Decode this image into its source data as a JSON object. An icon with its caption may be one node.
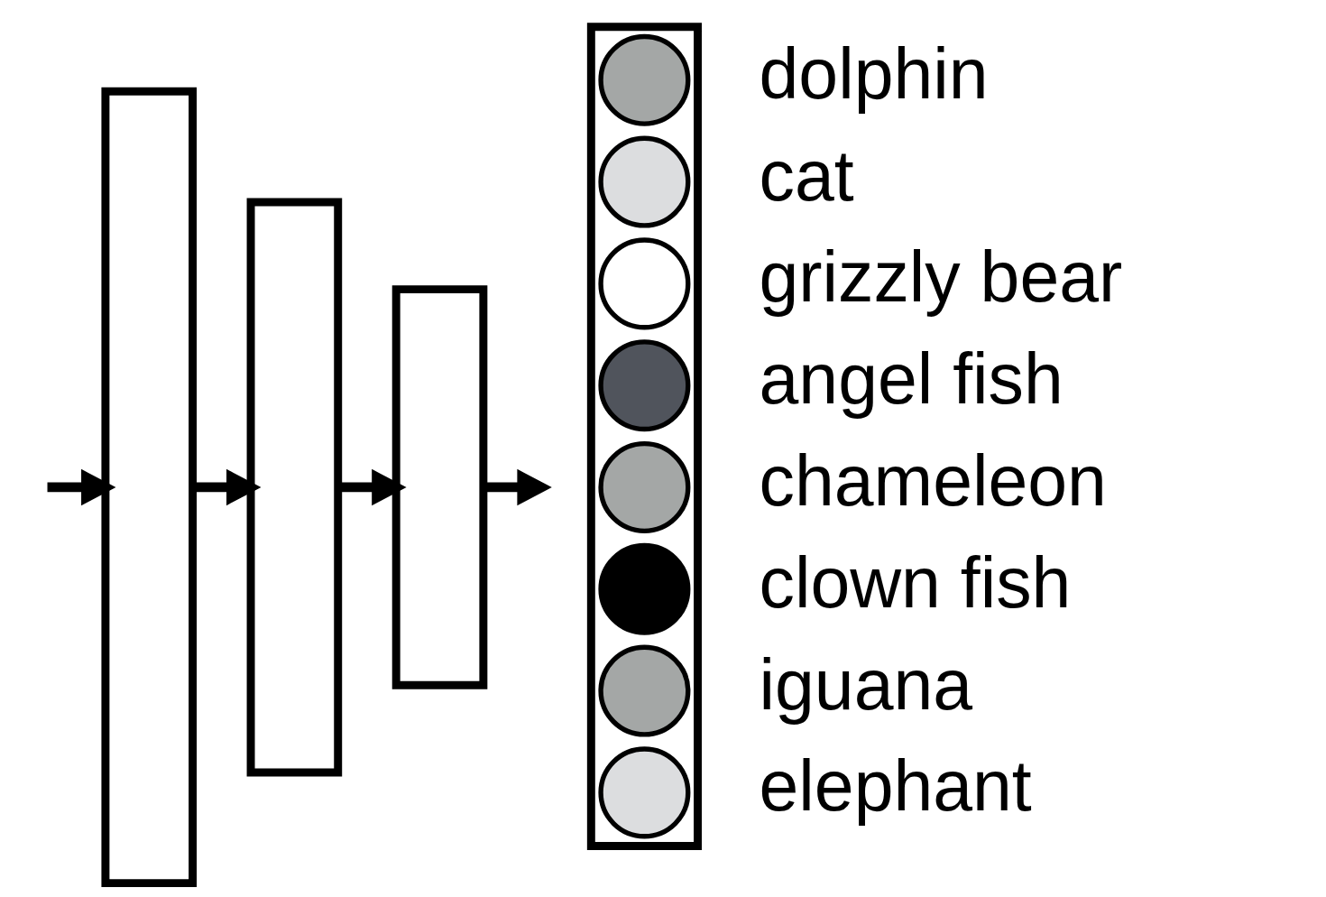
{
  "diagram": {
    "nodes": [
      {
        "text": [],
        "shape": "box"
      },
      {
        "text": [],
        "shape": "box"
      },
      {
        "text": [],
        "shape": "box"
      },
      {
        "text": [],
        "shape": "box"
      },
      {
        "text": [],
        "shape": "circle",
        "in": 3,
        "beside": [
          "dolphin"
        ]
      },
      {
        "text": [],
        "shape": "circle",
        "in": 3,
        "beside": [
          "cat"
        ]
      },
      {
        "text": [],
        "shape": "circle",
        "in": 3,
        "beside": [
          "grizzly bear"
        ]
      },
      {
        "text": [],
        "shape": "circle",
        "in": 3,
        "beside": [
          "angel fish"
        ]
      },
      {
        "text": [],
        "shape": "circle",
        "in": 3,
        "beside": [
          "chameleon"
        ]
      },
      {
        "text": [],
        "shape": "circle",
        "in": 3,
        "beside": [
          "clown fish"
        ]
      },
      {
        "text": [],
        "shape": "circle",
        "in": 3,
        "beside": [
          "iguana"
        ]
      },
      {
        "text": [],
        "shape": "circle",
        "in": 3,
        "beside": [
          "elephant"
        ]
      }
    ],
    "edges": [
      {
        "from": null,
        "to": 0,
        "arrow": "to"
      },
      {
        "from": 0,
        "to": 1,
        "arrow": "to"
      },
      {
        "from": 1,
        "to": 2,
        "arrow": "to"
      },
      {
        "from": 2,
        "to": null,
        "arrow": "to"
      }
    ]
  }
}
